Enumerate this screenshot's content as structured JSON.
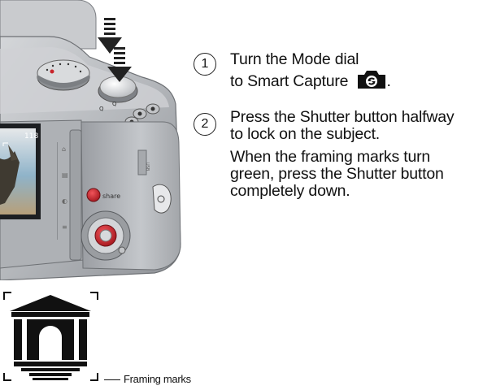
{
  "steps": [
    {
      "number": "1",
      "line1": "Turn the Mode dial",
      "line2": "to Smart Capture",
      "line2_suffix": ".",
      "icon": "smart-capture-camera-icon"
    },
    {
      "number": "2",
      "line1": "Press the Shutter button halfway",
      "line2": "to lock on the subject.",
      "para2_line1": "When the framing marks turn",
      "para2_line2": "green, press the Shutter button",
      "para2_line3": "completely down."
    }
  ],
  "figure": {
    "framing_label": "Framing marks",
    "share_label": "share",
    "lcd_counter": "118"
  },
  "colors": {
    "text": "#111111",
    "camera_body": "#b9bcc0",
    "camera_dark": "#6e7175",
    "red_button": "#c8242b"
  }
}
